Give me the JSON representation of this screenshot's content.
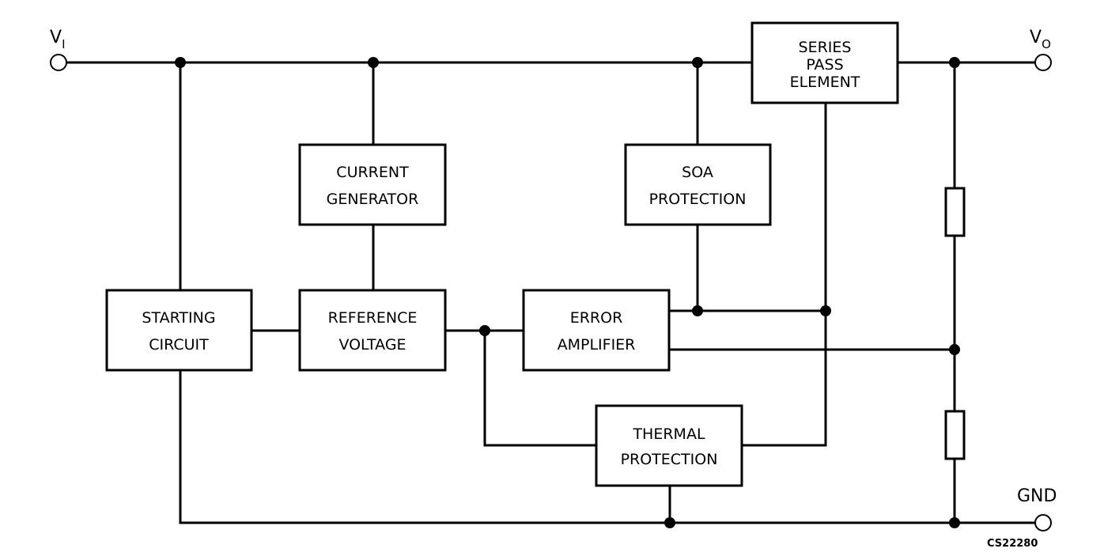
{
  "terminals": {
    "vin": {
      "main": "V",
      "sub": "I"
    },
    "vout": {
      "main": "V",
      "sub": "O"
    },
    "gnd": "GND"
  },
  "blocks": {
    "series_pass": [
      "SERIES",
      "PASS",
      "ELEMENT"
    ],
    "current_generator": [
      "CURRENT",
      "GENERATOR"
    ],
    "soa_protection": [
      "SOA",
      "PROTECTION"
    ],
    "starting_circuit": [
      "STARTING",
      "CIRCUIT"
    ],
    "reference_voltage": [
      "REFERENCE",
      "VOLTAGE"
    ],
    "error_amplifier": [
      "ERROR",
      "AMPLIFIER"
    ],
    "thermal_protection": [
      "THERMAL",
      "PROTECTION"
    ]
  },
  "figure_code": "CS22280"
}
